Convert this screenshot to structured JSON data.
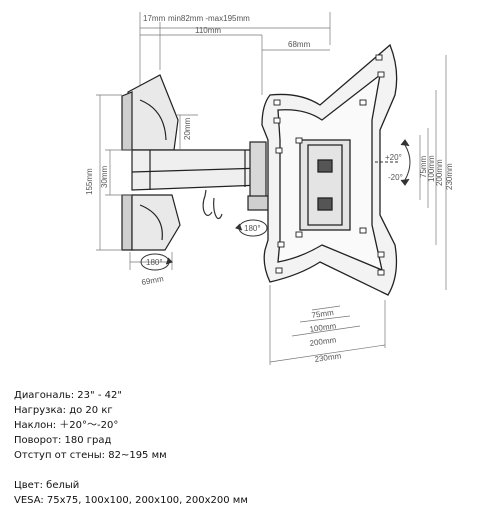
{
  "dimensions": {
    "depth_range": "min82mm -max195mm",
    "d17": "17mm",
    "d110": "110mm",
    "d68": "68mm",
    "d20": "20mm",
    "d30": "30mm",
    "d155": "155mm",
    "d69": "69mm",
    "rot_left": "180°",
    "rot_mid": "180°",
    "tilt_up": "+20°",
    "tilt_down": "-20°",
    "v75": "75mm",
    "v100": "100mm",
    "v200": "200mm",
    "v230": "230mm",
    "h75": "75mm",
    "h100": "100mm",
    "h200": "200mm",
    "h230": "230mm"
  },
  "specs": {
    "diagonal": "Диагональ: 23\" - 42\"",
    "load": "Нагрузка: до 20 кг",
    "tilt": "Наклон: ＋20°〜-20°",
    "rotation": "Поворот: 180 град",
    "offset": "Отступ от стены: 82~195 мм",
    "color": "Цвет: белый",
    "vesa": "VESA: 75x75, 100x100, 200x100, 200x200 мм"
  }
}
